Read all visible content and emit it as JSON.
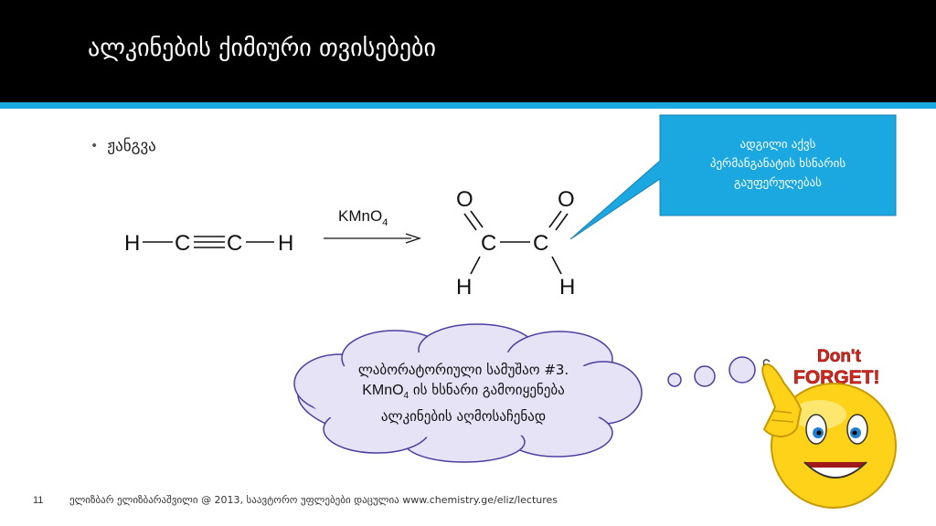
{
  "slide": {
    "title": "ალკინების ქიმიური თვისებები",
    "bullet": "ჟანგვა"
  },
  "reaction": {
    "reactant": {
      "h_left": "H",
      "c1": "C",
      "c2": "C",
      "h_right": "H"
    },
    "reagent_main": "KMnO",
    "reagent_sub": "4",
    "product": {
      "o1": "O",
      "o2": "O",
      "c1": "C",
      "c2": "C",
      "h1": "H",
      "h2": "H"
    }
  },
  "callout": {
    "lines": [
      "ადგილი აქვს",
      "პერმანგანატის ხსნარის",
      "გაუფერულებას"
    ],
    "color": "#1ba8e0"
  },
  "cloud": {
    "line1": "ლაბორატორიული სამუშაო #3.",
    "line2_formula": "KMnO",
    "line2_sub": "4",
    "line2_rest": " ის ხსნარი გამოიყენება",
    "line3": "ალკინების აღმოსაჩენად",
    "fill": "#e6e3f6",
    "border": "#4a3fa0"
  },
  "sticker": {
    "line1": "Don't",
    "line2": "FORGET!",
    "icon": "smiley-dont-forget-icon"
  },
  "footer": {
    "page_number": "11",
    "credit": "ელიზბარ ელიზბარაშვილი @  2013, საავტორო უფლებები დაცულია www.chemistry.ge/eliz/lectures"
  },
  "colors": {
    "header_bg": "#000000",
    "accent_stripe": "#1ba8e0",
    "smiley_yellow": "#ffd21a"
  }
}
